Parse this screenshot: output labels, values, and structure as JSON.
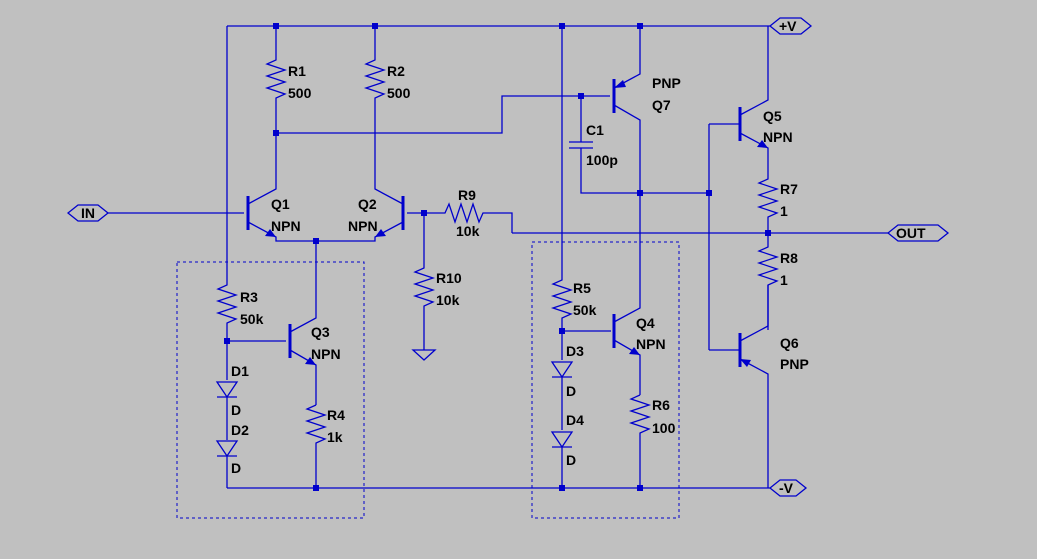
{
  "nets": {
    "in": "IN",
    "out": "OUT",
    "vpos": "+V",
    "vneg": "-V"
  },
  "components": {
    "R1": {
      "name": "R1",
      "value": "500"
    },
    "R2": {
      "name": "R2",
      "value": "500"
    },
    "R3": {
      "name": "R3",
      "value": "50k"
    },
    "R4": {
      "name": "R4",
      "value": "1k"
    },
    "R5": {
      "name": "R5",
      "value": "50k"
    },
    "R6": {
      "name": "R6",
      "value": "100"
    },
    "R7": {
      "name": "R7",
      "value": "1"
    },
    "R8": {
      "name": "R8",
      "value": "1"
    },
    "R9": {
      "name": "R9",
      "value": "10k"
    },
    "R10": {
      "name": "R10",
      "value": "10k"
    },
    "C1": {
      "name": "C1",
      "value": "100p"
    },
    "D1": {
      "name": "D1",
      "value": "D"
    },
    "D2": {
      "name": "D2",
      "value": "D"
    },
    "D3": {
      "name": "D3",
      "value": "D"
    },
    "D4": {
      "name": "D4",
      "value": "D"
    },
    "Q1": {
      "name": "Q1",
      "value": "NPN"
    },
    "Q2": {
      "name": "Q2",
      "value": "NPN"
    },
    "Q3": {
      "name": "Q3",
      "value": "NPN"
    },
    "Q4": {
      "name": "Q4",
      "value": "NPN"
    },
    "Q5": {
      "name": "Q5",
      "value": "NPN"
    },
    "Q6": {
      "name": "Q6",
      "value": "PNP"
    },
    "Q7": {
      "name": "Q7",
      "value": "PNP"
    }
  }
}
